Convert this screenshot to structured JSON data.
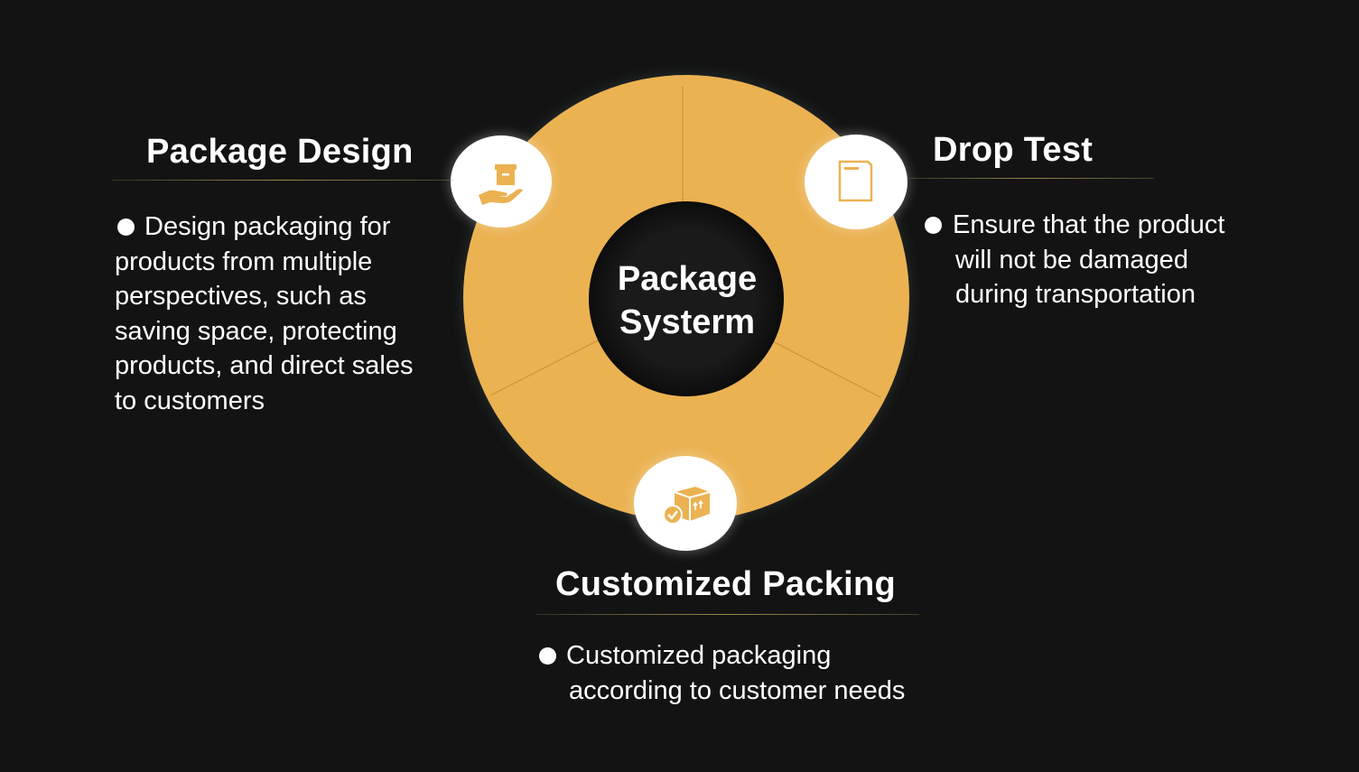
{
  "center": {
    "line1": "Package",
    "line2": "Systerm"
  },
  "segments": [
    {
      "id": "package-design",
      "title": "Package Design",
      "icon": "hand-box-icon",
      "lines": [
        "Design packaging for",
        "products from multiple",
        "perspectives, such as",
        "saving space, protecting",
        "products, and direct sales",
        "to customers"
      ]
    },
    {
      "id": "drop-test",
      "title": "Drop Test",
      "icon": "document-icon",
      "lines": [
        "Ensure that the product",
        "will not be damaged",
        "during transportation"
      ]
    },
    {
      "id": "customized-packing",
      "title": "Customized Packing",
      "icon": "box-check-icon",
      "lines": [
        "Customized packaging",
        "according to customer needs"
      ]
    }
  ],
  "colors": {
    "background": "#131313",
    "ring": "#EBB252",
    "hub": "#111111",
    "text": "#FFFFFF",
    "badge": "#FFFFFF",
    "icon": "#EBB252"
  }
}
